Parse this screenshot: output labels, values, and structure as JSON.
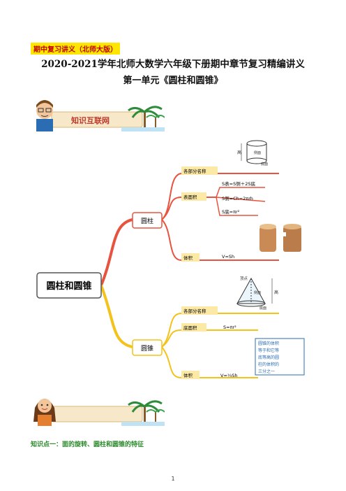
{
  "header_tag": "期中复习讲义（北师大版）",
  "title_line1": "2020-2021学年北师大数学六年级下册期中章节复习精编讲义",
  "title_line2": "第一单元《圆柱和圆锥》",
  "banner1_label": "知识互联网",
  "mindmap": {
    "root": "圆柱和圆锥",
    "cylinder": {
      "label": "圆柱",
      "parts_label": "各部分名称",
      "surface_label": "表面积",
      "surface_formulas": [
        "S表=S侧＋2S底",
        "S侧=Ch=2πrh",
        "S底=πr²"
      ],
      "volume_label": "体积",
      "volume_formula": "V=Sh",
      "diagram_labels": [
        "高",
        "侧面",
        "底面"
      ]
    },
    "cone": {
      "label": "圆锥",
      "parts_label": "各部分名称",
      "base_label": "底面积",
      "base_formula": "S=πr²",
      "volume_label": "体积",
      "volume_formula": "V=⅓Sh",
      "note": [
        "圆锥的体积",
        "等于和它等",
        "底等高的圆",
        "柱的体积的",
        "三分之一"
      ],
      "diagram_labels": [
        "顶点",
        "侧面",
        "高",
        "底面"
      ]
    }
  },
  "knowledge_point": "知识点一：面的旋转、圆柱和圆锥的特征",
  "page_number": "1",
  "colors": {
    "tag_bg": "#ffe600",
    "tag_text": "#c00000",
    "branch_red": "#e8533f",
    "branch_yellow": "#f3c31b",
    "kp_green": "#2a8a2a"
  }
}
